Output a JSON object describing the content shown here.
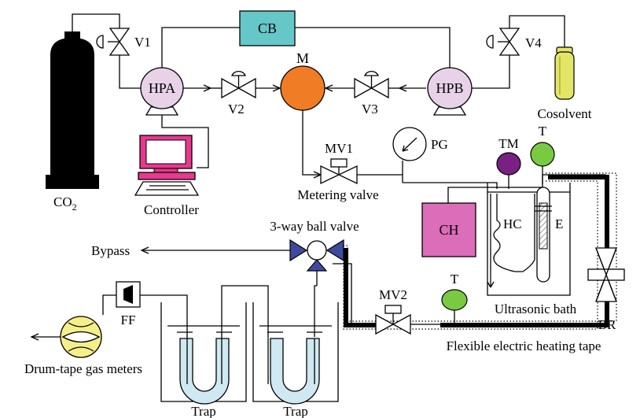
{
  "labels": {
    "co2_main": "CO",
    "co2_sub": "2",
    "v1": "V1",
    "v2": "V2",
    "v3": "V3",
    "v4": "V4",
    "cb": "CB",
    "hpa": "HPA",
    "hpb": "HPB",
    "m": "M",
    "cosolvent": "Cosolvent",
    "controller": "Controller",
    "mv1": "MV1",
    "metering_valve": "Metering valve",
    "pg": "PG",
    "tm": "TM",
    "t_top": "T",
    "ch": "CH",
    "hc": "HC",
    "e": "E",
    "ultrasonic_bath": "Ultrasonic bath",
    "br": "BR",
    "three_way": "3-way ball valve",
    "bypass": "Bypass",
    "mv2": "MV2",
    "t_bottom": "T",
    "heating_tape": "Flexible electric heating tape",
    "ff": "FF",
    "drum_meter": "Drum-tape gas meters",
    "trap1": "Trap",
    "trap2": "Trap"
  },
  "colors": {
    "cb_box": "#66c7c9",
    "pump": "#e7d2e8",
    "mixer": "#f07c25",
    "cosolvent": "#e3e567",
    "tm": "#7a1f84",
    "t_sensor": "#7ac943",
    "ch_box": "#dc6db8",
    "computer": "#e8388f",
    "three_way": "#3d4a9e",
    "trap_tube": "#cfe8f1",
    "meter": "#f5ef8a"
  }
}
